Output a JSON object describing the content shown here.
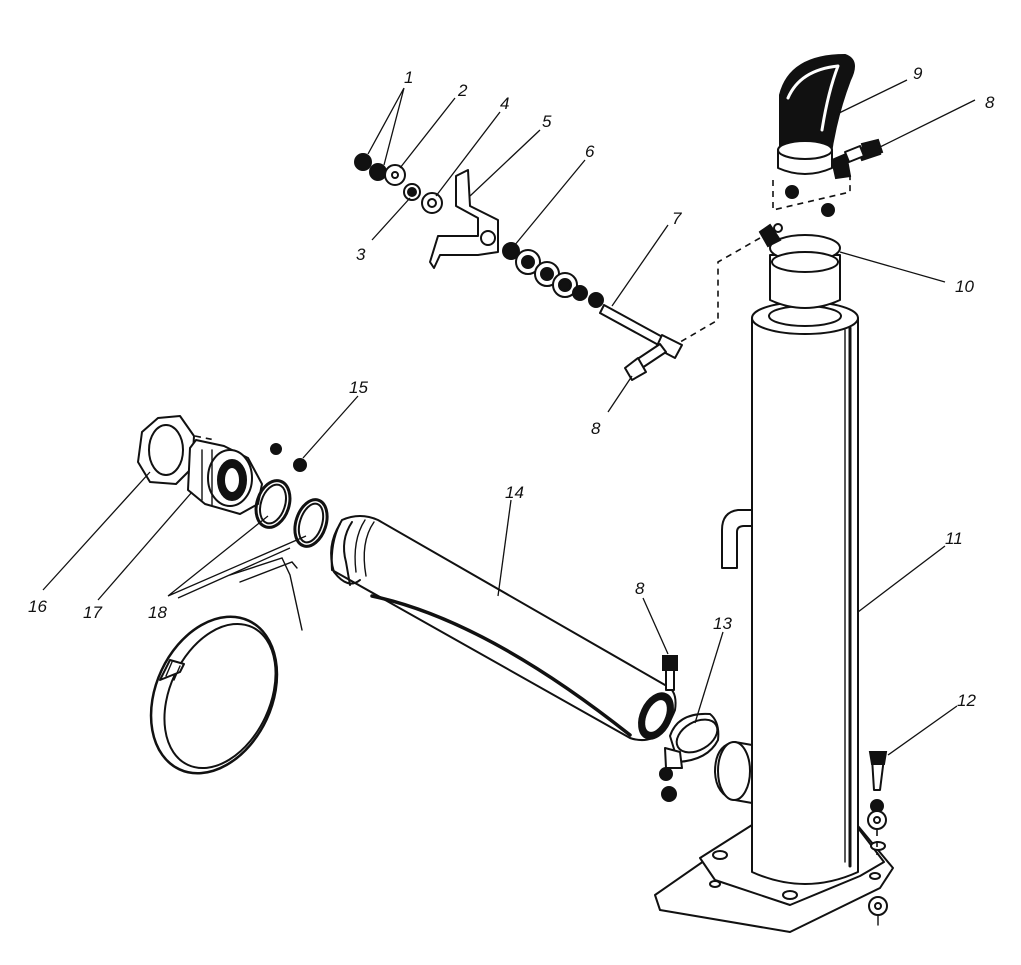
{
  "diagram": {
    "callouts": [
      {
        "id": "c1",
        "label": "1"
      },
      {
        "id": "c2",
        "label": "2"
      },
      {
        "id": "c3",
        "label": "3"
      },
      {
        "id": "c4",
        "label": "4"
      },
      {
        "id": "c5",
        "label": "5"
      },
      {
        "id": "c6",
        "label": "6"
      },
      {
        "id": "c7",
        "label": "7"
      },
      {
        "id": "c8a",
        "label": "8"
      },
      {
        "id": "c8b",
        "label": "8"
      },
      {
        "id": "c8c",
        "label": "8"
      },
      {
        "id": "c9",
        "label": "9"
      },
      {
        "id": "c10",
        "label": "10"
      },
      {
        "id": "c11",
        "label": "11"
      },
      {
        "id": "c12",
        "label": "12"
      },
      {
        "id": "c13",
        "label": "13"
      },
      {
        "id": "c14",
        "label": "14"
      },
      {
        "id": "c15",
        "label": "15"
      },
      {
        "id": "c16",
        "label": "16"
      },
      {
        "id": "c17",
        "label": "17"
      },
      {
        "id": "c18",
        "label": "18"
      }
    ]
  }
}
